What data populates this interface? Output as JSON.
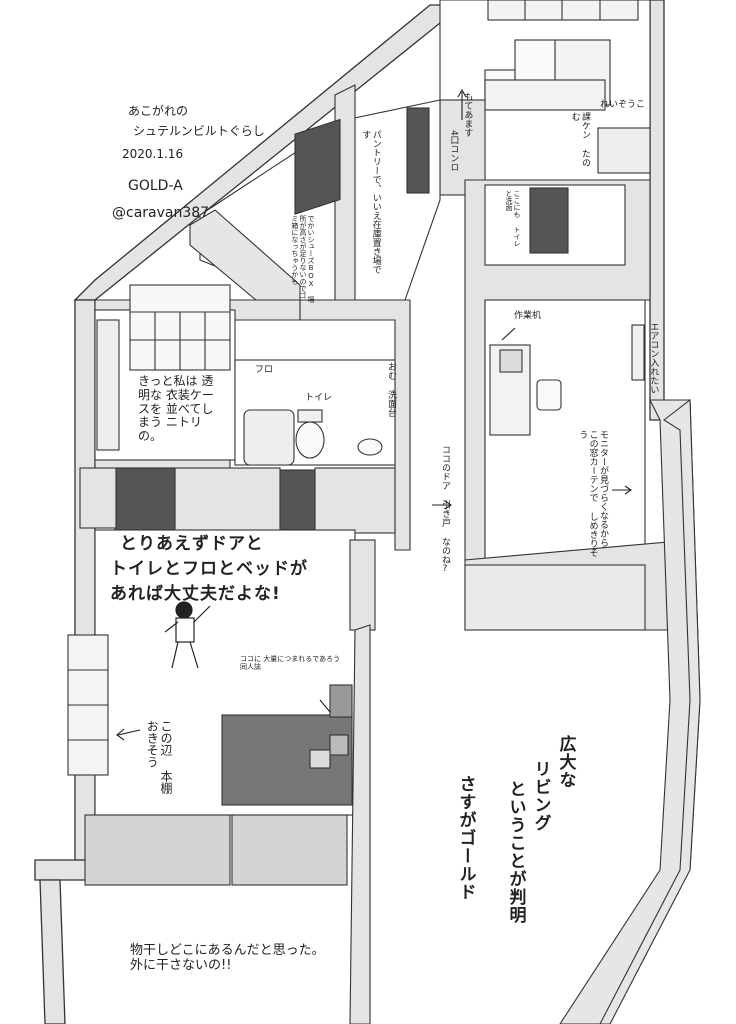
{
  "credit": {
    "title_line1": "あこがれの",
    "title_line2": "シュテルンビルトぐらし",
    "date": "2020.1.16",
    "author": "GOLD-A",
    "handle": "@caravan387"
  },
  "notes": {
    "pantry": "パントリーで、いいえ在庫置き場です",
    "shoes_box": "でかいシューズBOX 場所が高さが足りないのでゴミ箱になっちゃうかも",
    "stove": "4口コンロ",
    "motte_amasu": "もてあます",
    "microwave": "れいぞうこ",
    "kachou": "課ケン たのむ",
    "kokonimo": "ここにも トイレと洗面",
    "sagyou_desk": "作業机",
    "aircon": "エアコン入れたい",
    "monitor": "モニターが見づらくなるから この窓カーテンで しめきりそう",
    "hikido": "ココのドア 引き戸 なのね?",
    "closet": "きっと私は 透明な 衣装ケースを 並べてしまう ニトリの。",
    "bath": "フロ",
    "toilet": "トイレ",
    "senmen": "おむ 洗面台",
    "main_caption_1": "とりあえずドアと",
    "main_caption_2": "トイレとフロとベッドが",
    "main_caption_3": "あれば大丈夫だよな!",
    "magazines": "ココに 大量につまれるであろう同人誌",
    "bookshelf": "この辺 本棚 おきそう",
    "living_1": "広大な",
    "living_2": "リビング",
    "living_3": "ということが判明",
    "living_4": "さすがゴールド",
    "laundry": "物干しどこにあるんだと思った。外に干さないの!!"
  }
}
